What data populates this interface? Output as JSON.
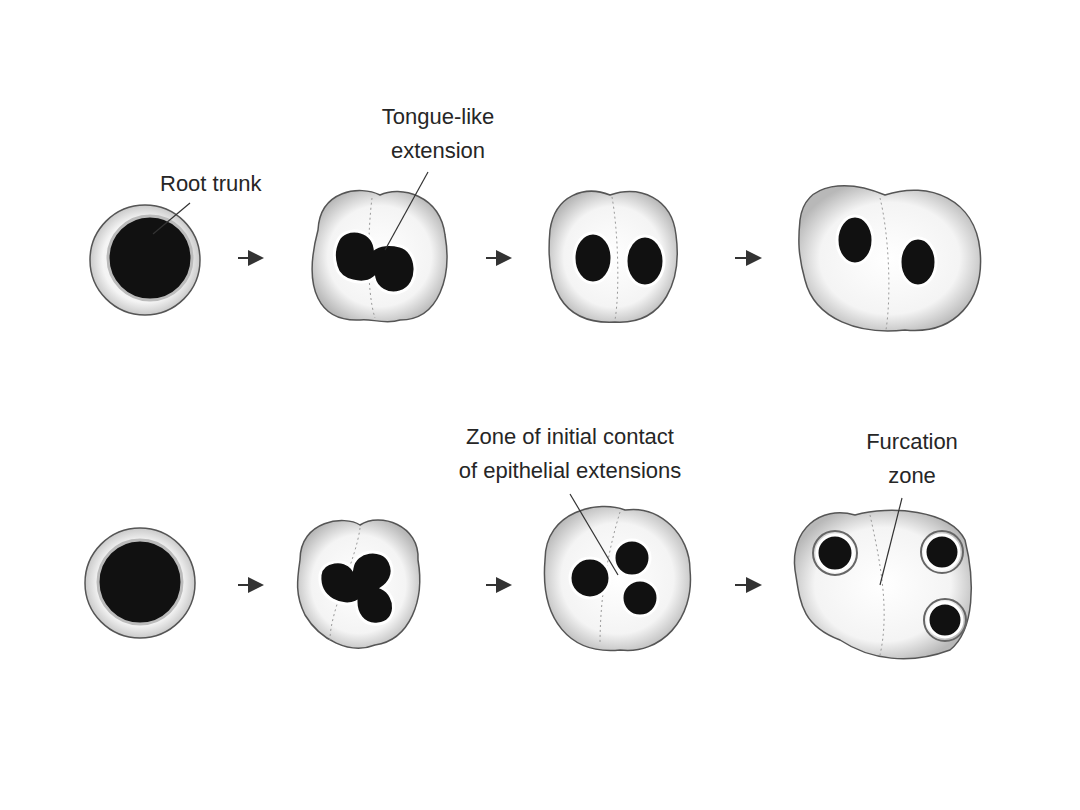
{
  "diagram": {
    "labels": [
      "Root trunk",
      "Tongue-like extension",
      "Zone of initial contact of epithelial extensions",
      "Furcation zone"
    ]
  }
}
